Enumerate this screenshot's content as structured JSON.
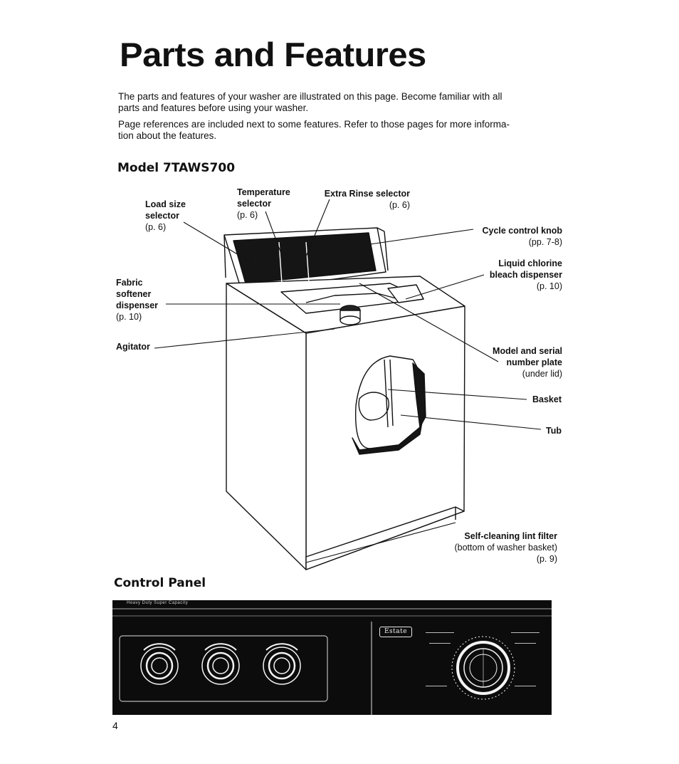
{
  "page": {
    "title": "Parts and Features",
    "intro_1_line1": "The parts and features of your washer are illustrated on this page. Become familiar with all",
    "intro_1_line2": "parts and features before using your washer.",
    "intro_2_line1": "Page references are included next to some features. Refer to those pages for more informa-",
    "intro_2_line2": "tion about the features.",
    "model_heading": "Model 7TAWS700",
    "control_panel_heading": "Control Panel",
    "page_number": "4"
  },
  "labels": {
    "load_size": {
      "line1": "Load size",
      "line2": "selector",
      "ref": "(p. 6)"
    },
    "temperature": {
      "line1": "Temperature",
      "line2": "selector",
      "ref": "(p. 6)"
    },
    "extra_rinse": {
      "line1": "Extra Rinse selector",
      "ref": "(p. 6)"
    },
    "cycle_control": {
      "line1": "Cycle control knob",
      "ref": "(pp. 7-8)"
    },
    "bleach": {
      "line1": "Liquid chlorine",
      "line2": "bleach dispenser",
      "ref": "(p. 10)"
    },
    "fabric_softener": {
      "line1": "Fabric",
      "line2": "softener",
      "line3": "dispenser",
      "ref": "(p. 10)"
    },
    "agitator": {
      "line1": "Agitator"
    },
    "model_plate": {
      "line1": "Model and serial",
      "line2": "number plate",
      "ref": "(under lid)"
    },
    "basket": {
      "line1": "Basket"
    },
    "tub": {
      "line1": "Tub"
    },
    "lint_filter": {
      "line1": "Self-cleaning lint filter",
      "line2": "(bottom of washer basket)",
      "ref": "(p. 9)"
    }
  },
  "panel": {
    "strip_text": "Heavy Duty Super Capacity",
    "brand": "Estate"
  },
  "colors": {
    "ink": "#111111",
    "panel_black": "#0c0c0c",
    "paper": "#ffffff"
  }
}
